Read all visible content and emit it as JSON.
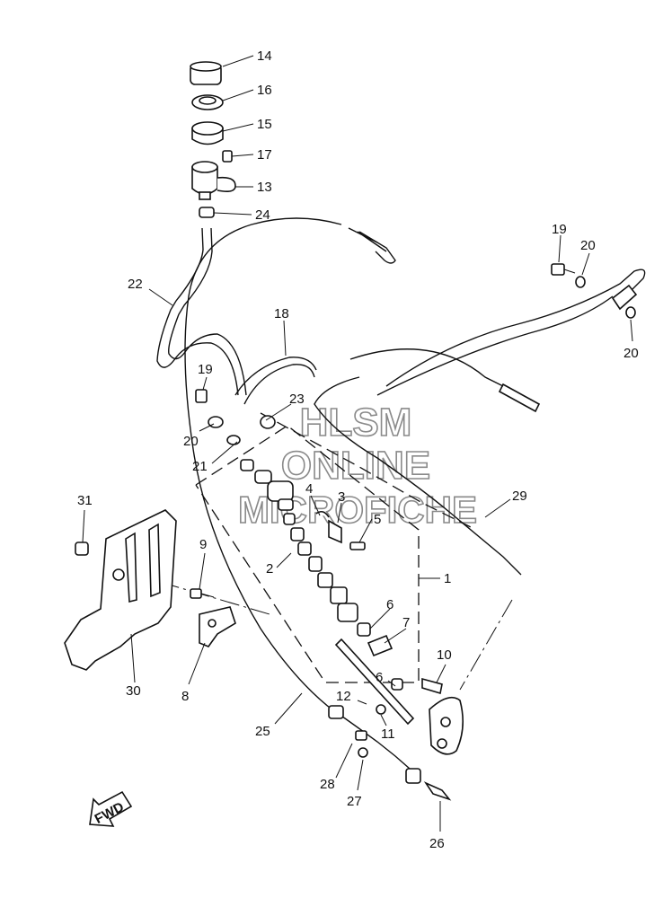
{
  "callouts": [
    {
      "id": "14",
      "label": "14"
    },
    {
      "id": "16",
      "label": "16"
    },
    {
      "id": "15",
      "label": "15"
    },
    {
      "id": "17",
      "label": "17"
    },
    {
      "id": "13",
      "label": "13"
    },
    {
      "id": "24",
      "label": "24"
    },
    {
      "id": "19a",
      "label": "19"
    },
    {
      "id": "20a",
      "label": "20"
    },
    {
      "id": "20b",
      "label": "20"
    },
    {
      "id": "22",
      "label": "22"
    },
    {
      "id": "18",
      "label": "18"
    },
    {
      "id": "19b",
      "label": "19"
    },
    {
      "id": "23",
      "label": "23"
    },
    {
      "id": "20c",
      "label": "20"
    },
    {
      "id": "21",
      "label": "21"
    },
    {
      "id": "4",
      "label": "4"
    },
    {
      "id": "3",
      "label": "3"
    },
    {
      "id": "5",
      "label": "5"
    },
    {
      "id": "29",
      "label": "29"
    },
    {
      "id": "31",
      "label": "31"
    },
    {
      "id": "9",
      "label": "9"
    },
    {
      "id": "2",
      "label": "2"
    },
    {
      "id": "1",
      "label": "1"
    },
    {
      "id": "6a",
      "label": "6"
    },
    {
      "id": "7",
      "label": "7"
    },
    {
      "id": "10",
      "label": "10"
    },
    {
      "id": "6b",
      "label": "6"
    },
    {
      "id": "30",
      "label": "30"
    },
    {
      "id": "8",
      "label": "8"
    },
    {
      "id": "12",
      "label": "12"
    },
    {
      "id": "11",
      "label": "11"
    },
    {
      "id": "25",
      "label": "25"
    },
    {
      "id": "28",
      "label": "28"
    },
    {
      "id": "27",
      "label": "27"
    },
    {
      "id": "26",
      "label": "26"
    }
  ],
  "watermark": [
    "HLSM",
    "ONLINE",
    "MICROFICHE"
  ],
  "fwd_label": "FWD"
}
